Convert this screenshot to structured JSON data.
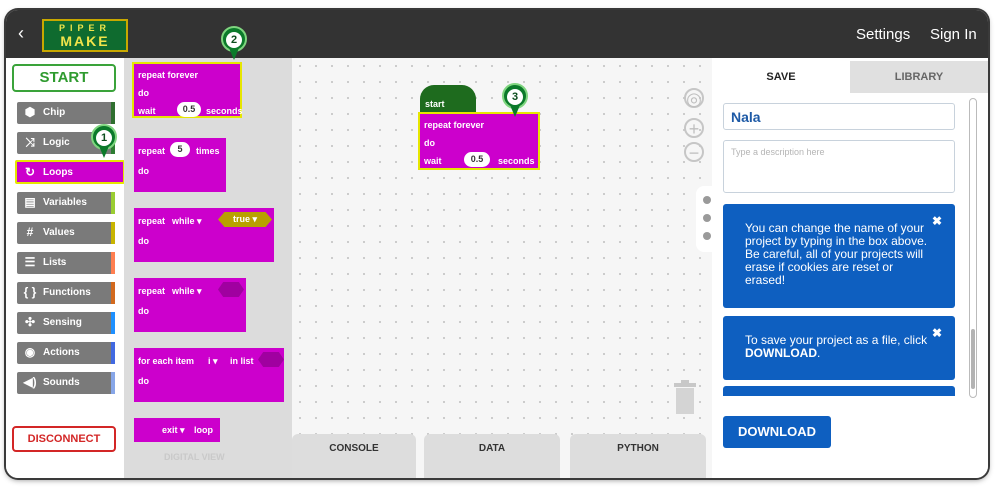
{
  "topbar": {
    "back_glyph": "‹",
    "logo_line1": "PIPER",
    "logo_line2": "MAKE",
    "settings_label": "Settings",
    "signin_label": "Sign In"
  },
  "start_label": "START",
  "disconnect_label": "DISCONNECT",
  "categories": [
    {
      "label": "Chip",
      "icon": "hexagon-icon",
      "glyph": "⬢",
      "color": "#2f6f2f"
    },
    {
      "label": "Logic",
      "icon": "shuffle-icon",
      "glyph": "⤨",
      "color": "#2e7d32"
    },
    {
      "label": "Loops",
      "icon": "loop-icon",
      "glyph": "↻",
      "color": "#cc00cc"
    },
    {
      "label": "Variables",
      "icon": "variable-box-icon",
      "glyph": "▤",
      "color": "#9acd32"
    },
    {
      "label": "Values",
      "icon": "hash-icon",
      "glyph": "#",
      "color": "#c8b400"
    },
    {
      "label": "Lists",
      "icon": "list-icon",
      "glyph": "☰",
      "color": "#ff7f50"
    },
    {
      "label": "Functions",
      "icon": "braces-icon",
      "glyph": "{ }",
      "color": "#d2691e"
    },
    {
      "label": "Sensing",
      "icon": "sensor-icon",
      "glyph": "✣",
      "color": "#1e90ff"
    },
    {
      "label": "Actions",
      "icon": "target-icon",
      "glyph": "◉",
      "color": "#4169e1"
    },
    {
      "label": "Sounds",
      "icon": "speaker-icon",
      "glyph": "◀)",
      "color": "#87a6e8"
    }
  ],
  "flyout": {
    "repeat_forever": "repeat forever",
    "do": "do",
    "wait": "wait",
    "wait_value": "0.5",
    "seconds": "seconds",
    "repeat": "repeat",
    "repeat_count": "5",
    "times": "times",
    "while_label": "while ▾",
    "true_label": "true ▾",
    "for_each_item": "for each item",
    "item_var": "i ▾",
    "in_list": "in list",
    "exit_label": "exit ▾",
    "loop_label": "loop",
    "behind_label": "DIGITAL VIEW"
  },
  "workspace": {
    "start_label": "start",
    "repeat_forever": "repeat forever",
    "do": "do",
    "wait": "wait",
    "wait_value": "0.5",
    "seconds": "seconds"
  },
  "bottom_tabs": [
    "CONSOLE",
    "DATA",
    "PYTHON"
  ],
  "right_panel": {
    "tab_save": "SAVE",
    "tab_library": "LIBRARY",
    "project_name": "Nala",
    "description_placeholder": "Type a description here",
    "msg1": "You can change the name of your project by typing in the box above. Be careful, all of your projects will erase if cookies are reset or erased!",
    "msg2_prefix": "To save your project as a file, click ",
    "msg2_bold": "DOWNLOAD",
    "msg2_suffix": ".",
    "close_glyph": "✖",
    "download_label": "DOWNLOAD"
  },
  "markers": [
    "1",
    "2",
    "3"
  ],
  "colors": {
    "topbar": "#333333",
    "block": "#cc00cc",
    "start_block": "#1e6b1e",
    "accent_blue": "#0e5fc0",
    "start_green": "#2f9b2f",
    "disconnect_red": "#d32626"
  }
}
